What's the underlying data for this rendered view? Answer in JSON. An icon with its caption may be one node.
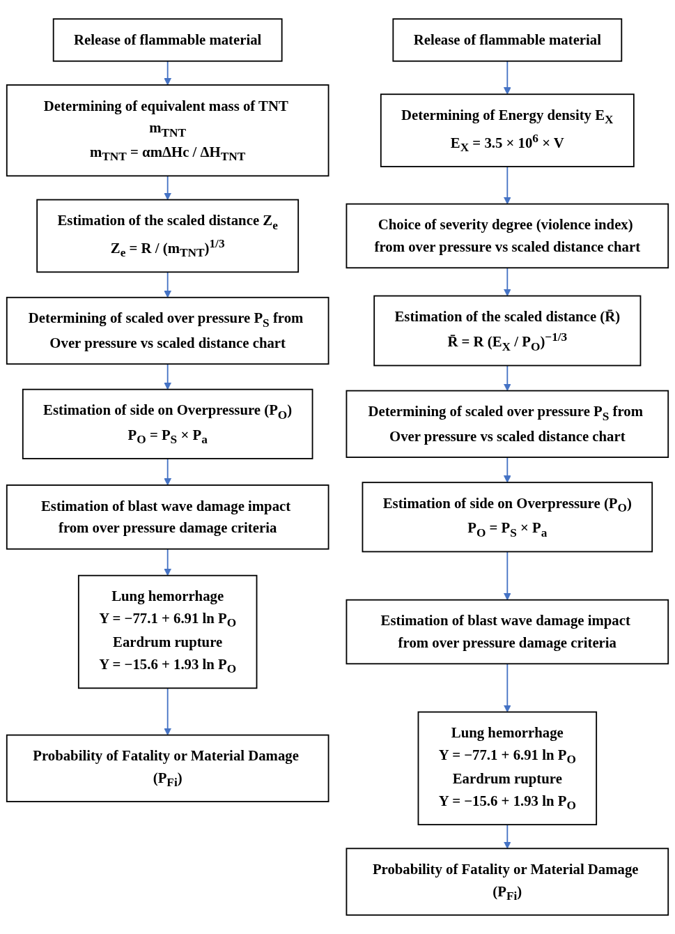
{
  "diagram": {
    "nodes": [
      {
        "text": [
          "Release of flammable material"
        ]
      },
      {
        "text": [
          "Determining of equivalent mass of TNT m$_{TNT}$",
          "m$_{TNT}$ = αmΔHc / ΔH$_{TNT}$"
        ]
      },
      {
        "text": [
          "Estimation of the scaled distance Z$_{e}$",
          "Z$_{e}$ = R / (m$_{TNT}$)$^{1/3}$"
        ]
      },
      {
        "text": [
          "Determining of scaled over pressure P$_{S}$ from Over pressure vs scaled distance chart"
        ]
      },
      {
        "text": [
          "Estimation of side on Overpressure (P$_{O}$)",
          "P$_{O}$ = P$_{S}$ × P$_{a}$"
        ]
      },
      {
        "text": [
          "Estimation of blast wave damage impact from over pressure damage criteria"
        ]
      },
      {
        "text": [
          "Lung hemorrhage",
          "Y = −77.1 + 6.91 ln P$_{O}$",
          "Eardrum rupture",
          "Y = −15.6 + 1.93 ln P$_{O}$"
        ]
      },
      {
        "text": [
          "Probability of Fatality or Material Damage (P$_{Fi}$)"
        ]
      },
      {
        "text": [
          "Release of flammable material"
        ]
      },
      {
        "text": [
          "Determining of Energy density E$_{X}$",
          "E$_{X}$ = 3.5 × 10$^{6}$ × V"
        ]
      },
      {
        "text": [
          "Choice of severity degree (violence index) from over pressure vs scaled distance chart"
        ]
      },
      {
        "text": [
          "Estimation of the scaled distance (R̄)",
          "R̄ = R (E$_{X}$ / P$_{O}$)$^{−1/3}$"
        ]
      },
      {
        "text": [
          "Determining of scaled over pressure P$_{S}$ from Over pressure vs scaled distance chart"
        ]
      },
      {
        "text": [
          "Estimation of side on Overpressure (P$_{O}$)",
          "P$_{O}$ = P$_{S}$ × P$_{a}$"
        ]
      },
      {
        "text": [
          "Estimation of blast wave damage impact from over pressure damage criteria"
        ]
      },
      {
        "text": [
          "Lung hemorrhage",
          "Y = −77.1 + 6.91 ln P$_{O}$",
          "Eardrum rupture",
          "Y = −15.6 + 1.93 ln P$_{O}$"
        ]
      },
      {
        "text": [
          "Probability of Fatality or Material Damage (P$_{Fi}$)"
        ]
      }
    ],
    "edges": [
      {
        "from": 0,
        "to": 1,
        "arrow": "to"
      },
      {
        "from": 1,
        "to": 2,
        "arrow": "to"
      },
      {
        "from": 2,
        "to": 3,
        "arrow": "to"
      },
      {
        "from": 3,
        "to": 4,
        "arrow": "to"
      },
      {
        "from": 4,
        "to": 5,
        "arrow": "to"
      },
      {
        "from": 5,
        "to": 6,
        "arrow": "to"
      },
      {
        "from": 6,
        "to": 7,
        "arrow": "to"
      },
      {
        "from": 8,
        "to": 9,
        "arrow": "to"
      },
      {
        "from": 9,
        "to": 10,
        "arrow": "to"
      },
      {
        "from": 10,
        "to": 11,
        "arrow": "to"
      },
      {
        "from": 11,
        "to": 12,
        "arrow": "to"
      },
      {
        "from": 12,
        "to": 13,
        "arrow": "to"
      },
      {
        "from": 13,
        "to": 14,
        "arrow": "to"
      },
      {
        "from": 14,
        "to": 15,
        "arrow": "to"
      },
      {
        "from": 15,
        "to": 16,
        "arrow": "to"
      }
    ]
  }
}
